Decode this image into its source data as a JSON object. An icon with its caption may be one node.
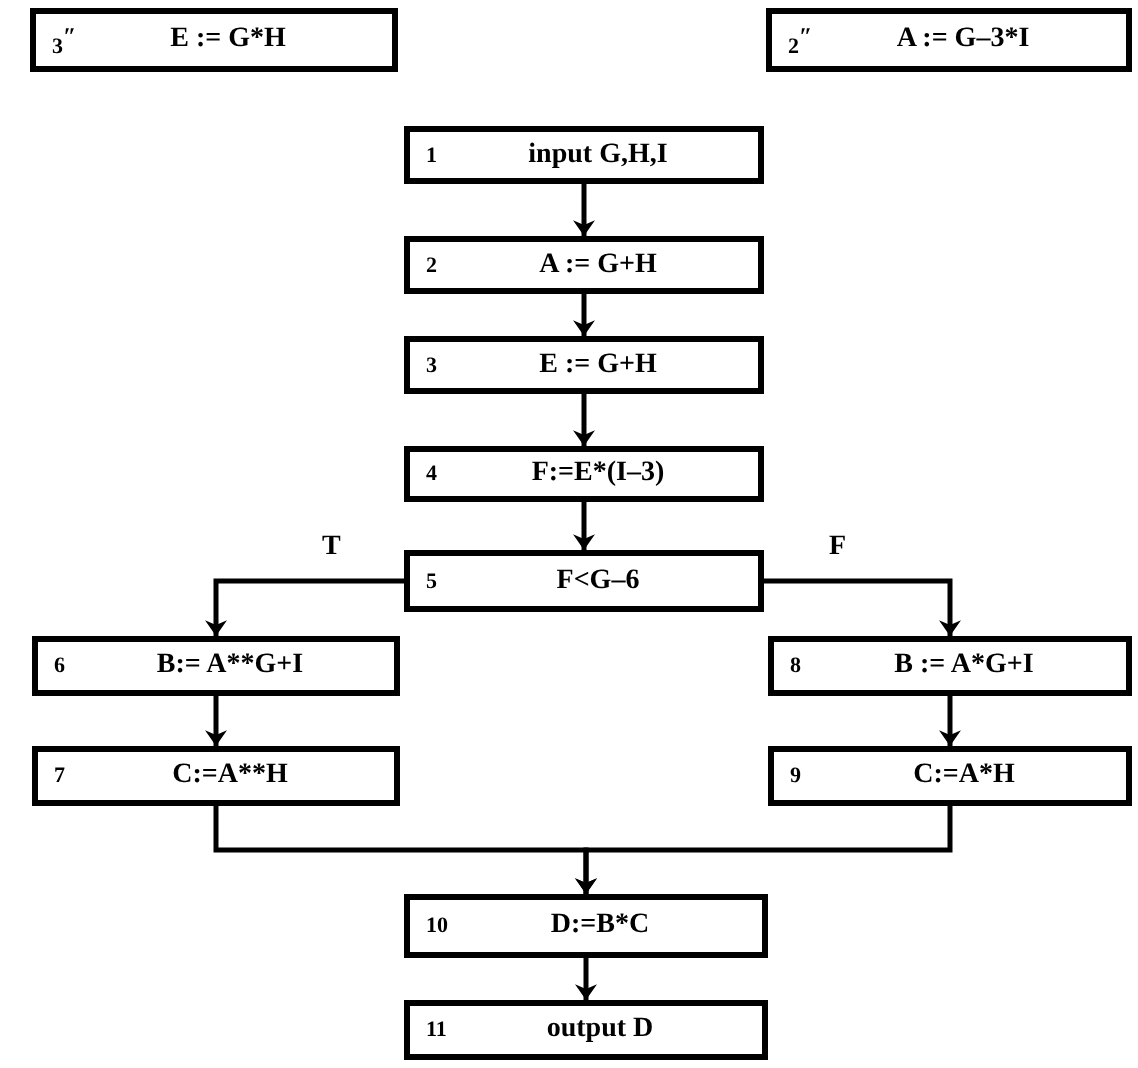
{
  "diagram": {
    "nodes": [
      {
        "text": [
          "3$^{″}$",
          "E := G*H"
        ]
      },
      {
        "text": [
          "2$^{″}$",
          "A := G–3*I"
        ]
      },
      {
        "text": [
          "1",
          "input G,H,I"
        ]
      },
      {
        "text": [
          "2",
          "A := G+H"
        ]
      },
      {
        "text": [
          "3",
          "E := G+H"
        ]
      },
      {
        "text": [
          "4",
          "F:=E*(I–3)"
        ]
      },
      {
        "text": [
          "5",
          "F<G–6"
        ]
      },
      {
        "text": [
          "6",
          "B:= A**G+I"
        ]
      },
      {
        "text": [
          "7",
          "C:=A**H"
        ]
      },
      {
        "text": [
          "8",
          "B := A*G+I"
        ]
      },
      {
        "text": [
          "9",
          "C:=A*H"
        ]
      },
      {
        "text": [
          "10",
          "D:=B*C"
        ]
      },
      {
        "text": [
          "11",
          "output D"
        ]
      }
    ],
    "edges": [
      {
        "from": 2,
        "to": 3,
        "arrow": "to"
      },
      {
        "from": 3,
        "to": 4,
        "arrow": "to"
      },
      {
        "from": 4,
        "to": 5,
        "arrow": "to"
      },
      {
        "from": 5,
        "to": 6,
        "arrow": "to"
      },
      {
        "from": 6,
        "to": 7,
        "arrow": "to",
        "label": "T"
      },
      {
        "from": 6,
        "to": 9,
        "arrow": "to",
        "label": "F"
      },
      {
        "from": 7,
        "to": 8,
        "arrow": "to"
      },
      {
        "from": 9,
        "to": 10,
        "arrow": "to"
      },
      {
        "from": 8,
        "to": 11,
        "arrow": "to"
      },
      {
        "from": 10,
        "to": 11,
        "arrow": "to"
      },
      {
        "from": 11,
        "to": 12,
        "arrow": "to"
      }
    ]
  }
}
